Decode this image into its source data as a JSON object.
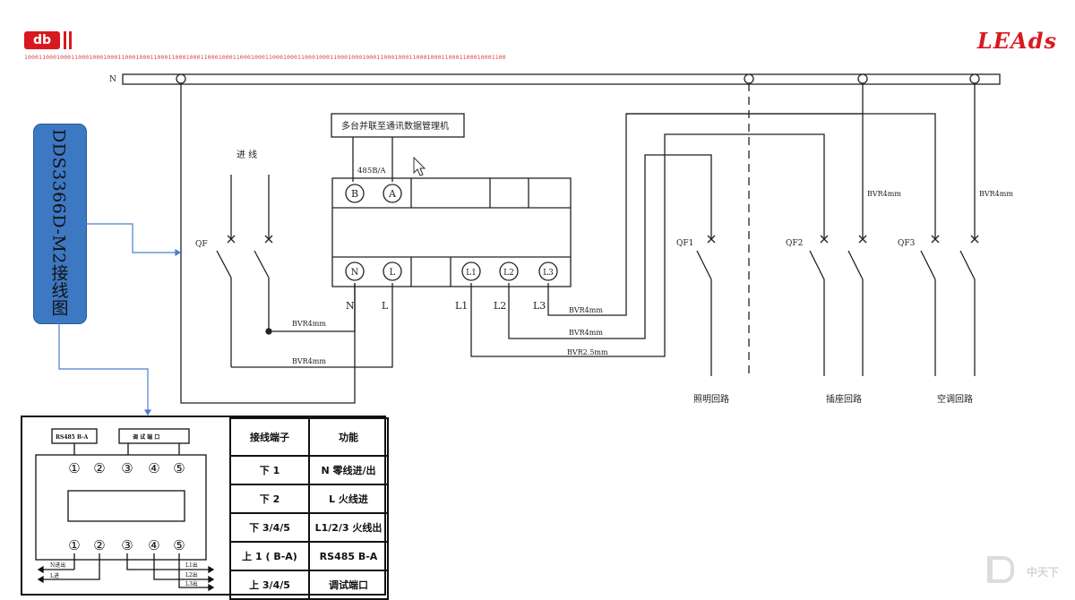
{
  "header": {
    "logo_text": "db",
    "binary_strip": "10001100010001100010001000110001000110001100010001100010001100010001100010001100010001100010001000110001000110001000110001100010001100",
    "brand": "LEAds"
  },
  "title": "DDS3366D-M2接线图",
  "diagram": {
    "bus_label": "N",
    "incoming_label": "进 线",
    "manager_label": "多台并联至通讯数据管理机",
    "rs485_label": "485B/A",
    "terminals_top": [
      "B",
      "A"
    ],
    "terminals_bottom": [
      "N",
      "L",
      "L1",
      "L2",
      "L3"
    ],
    "terminal_labels": [
      "N",
      "L",
      "L1",
      "L2",
      "L3"
    ],
    "breakers": [
      "QF",
      "QF1",
      "QF2",
      "QF3"
    ],
    "wires": [
      "BVR4mm",
      "BVR4mm",
      "BVR4mm",
      "BVR4mm",
      "BVR2.5mm",
      "BVR4mm",
      "BVR4mm"
    ],
    "circuits": [
      "照明回路",
      "插座回路",
      "空调回路"
    ]
  },
  "device": {
    "rs485": "RS485 B-A",
    "debug": "调 试 端 口",
    "top_nums": [
      "①",
      "②",
      "③",
      "④",
      "⑤"
    ],
    "bottom_nums": [
      "①",
      "②",
      "③",
      "④",
      "⑤"
    ],
    "n_label": "N进出",
    "l_label": "L进",
    "outs": [
      "L1出",
      "L2出",
      "L3出"
    ]
  },
  "table": {
    "headers": [
      "接线端子",
      "功能"
    ],
    "rows": [
      [
        "下 1",
        "N 零线进/出"
      ],
      [
        "下 2",
        "L 火线进"
      ],
      [
        "下 3/4/5",
        "L1/2/3 火线出"
      ],
      [
        "上 1 ( B-A)",
        "RS485 B-A"
      ],
      [
        "上 3/4/5",
        "调试端口"
      ]
    ]
  },
  "watermark": "中天下"
}
